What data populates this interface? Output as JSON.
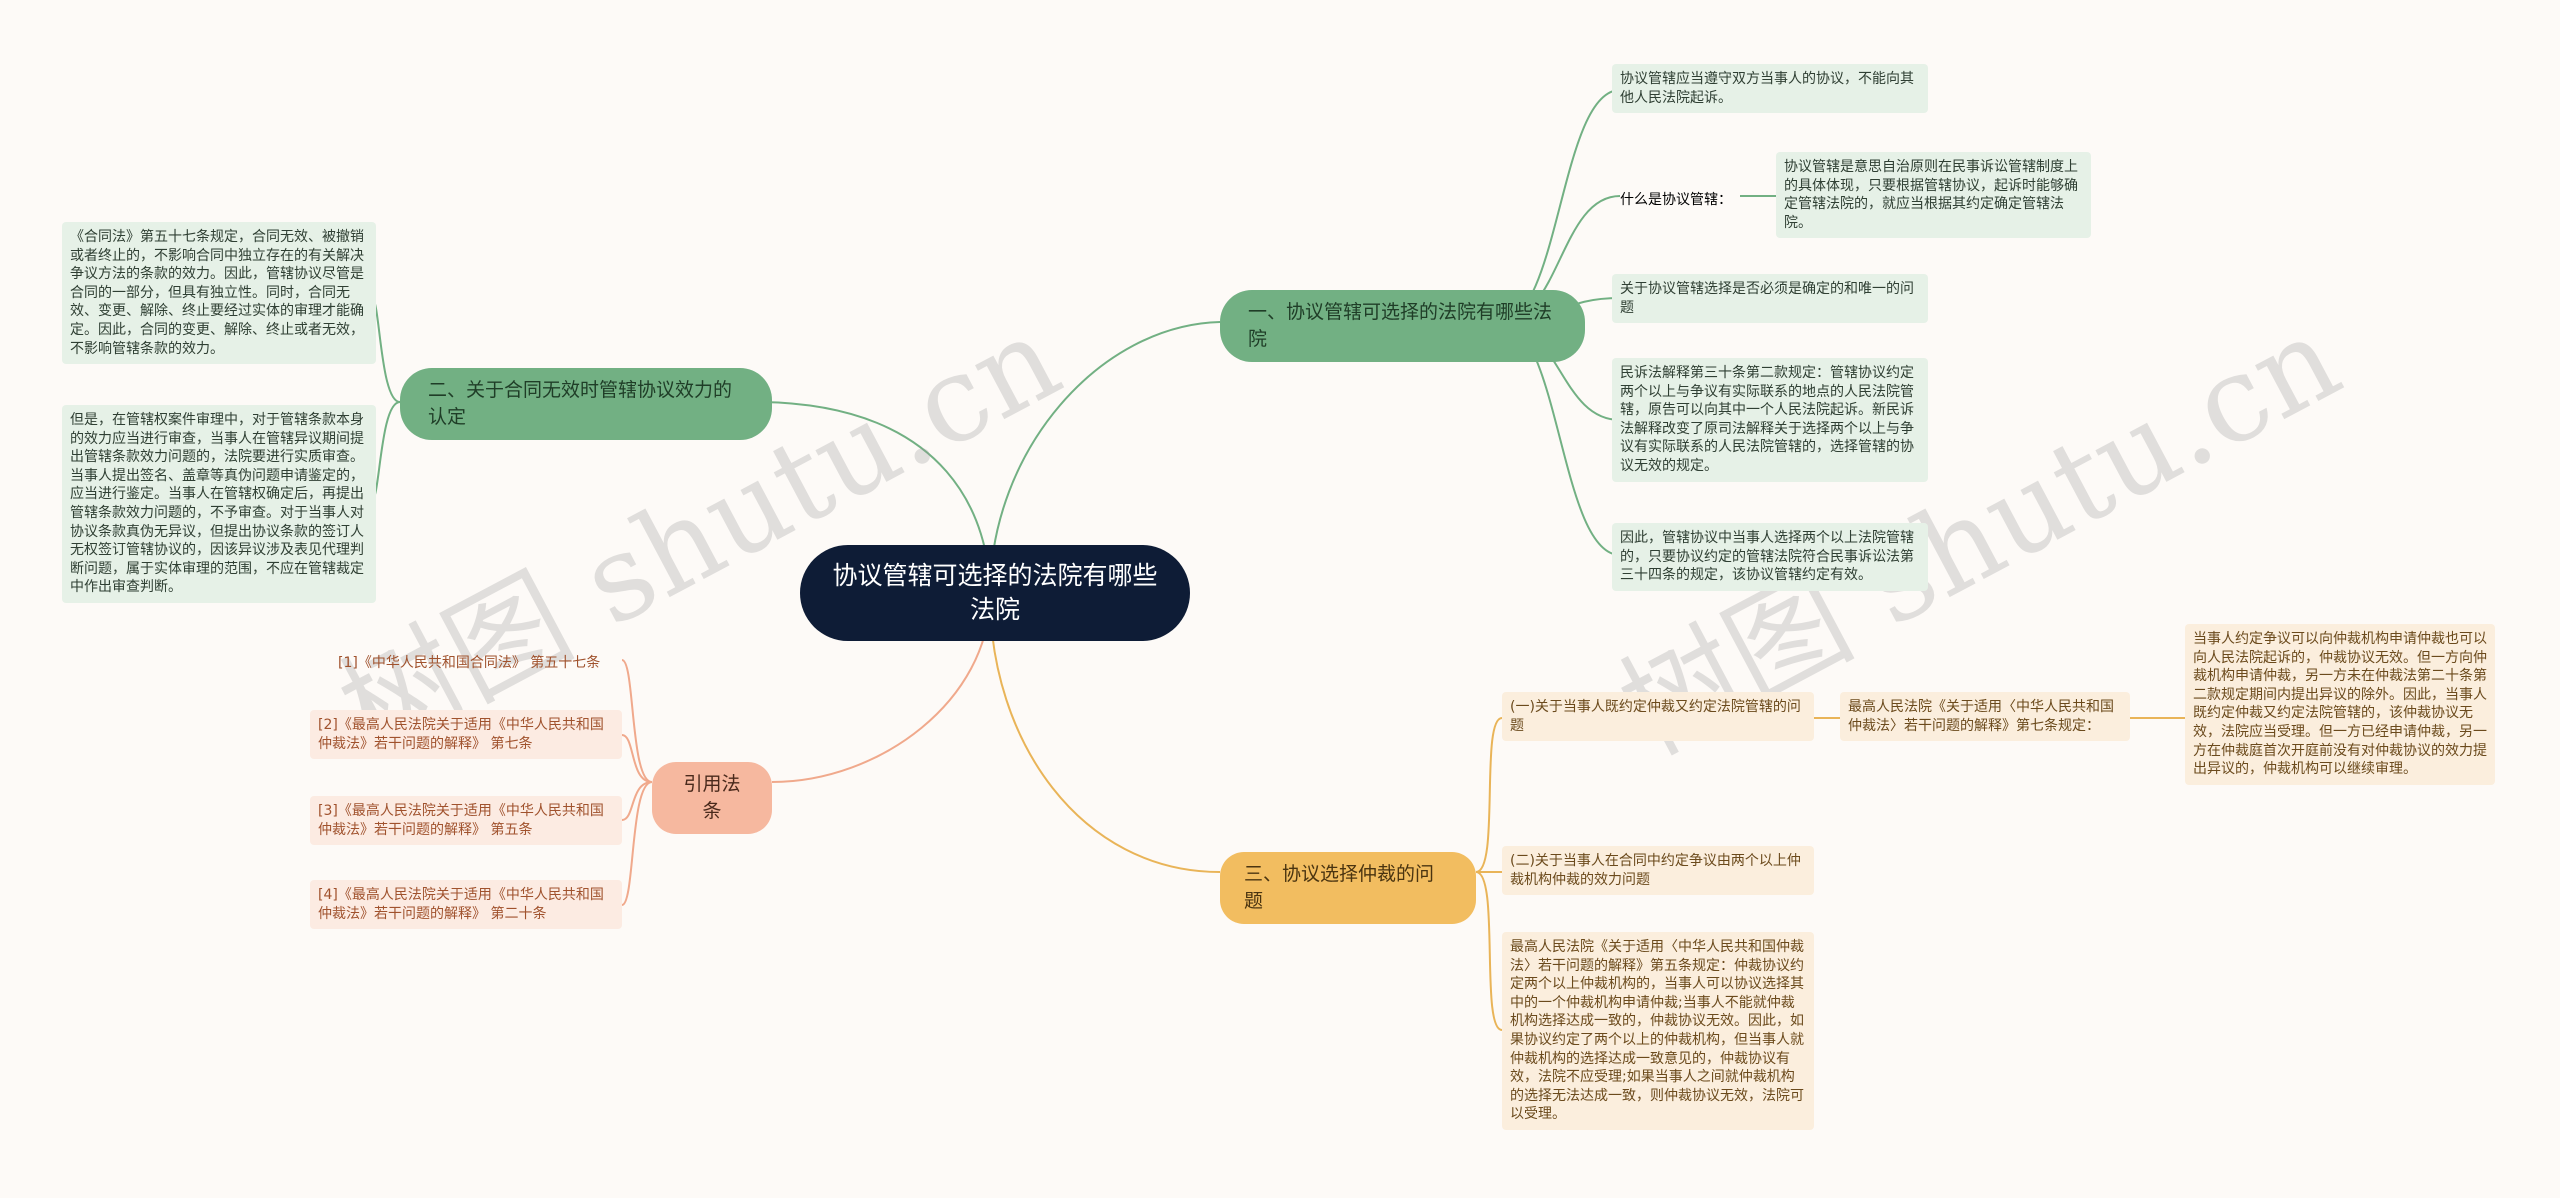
{
  "root": "协议管辖可选择的法院有哪些法院",
  "branches": {
    "b1": {
      "label": "一、协议管辖可选择的法院有哪些法院",
      "leaves": [
        "协议管辖应当遵守双方当事人的协议，不能向其他人民法院起诉。",
        "什么是协议管辖：",
        "关于协议管辖选择是否必须是确定的和唯一的问题",
        "民诉法解释第三十条第二款规定：管辖协议约定两个以上与争议有实际联系的地点的人民法院管辖，原告可以向其中一个人民法院起诉。新民诉法解释改变了原司法解释关于选择两个以上与争议有实际联系的人民法院管辖的，选择管辖的协议无效的规定。",
        "因此，管辖协议中当事人选择两个以上法院管辖的，只要协议约定的管辖法院符合民事诉讼法第三十四条的规定，该协议管辖约定有效。"
      ],
      "sub": "协议管辖是意思自治原则在民事诉讼管辖制度上的具体体现，只要根据管辖协议，起诉时能够确定管辖法院的，就应当根据其约定确定管辖法院。"
    },
    "b2": {
      "label": "二、关于合同无效时管辖协议效力的认定",
      "leaves": [
        "《合同法》第五十七条规定，合同无效、被撤销或者终止的，不影响合同中独立存在的有关解决争议方法的条款的效力。因此，管辖协议尽管是合同的一部分，但具有独立性。同时，合同无效、变更、解除、终止要经过实体的审理才能确定。因此，合同的变更、解除、终止或者无效，不影响管辖条款的效力。",
        "但是，在管辖权案件审理中，对于管辖条款本身的效力应当进行审查，当事人在管辖异议期间提出管辖条款效力问题的，法院要进行实质审查。当事人提出签名、盖章等真伪问题申请鉴定的，应当进行鉴定。当事人在管辖权确定后，再提出管辖条款效力问题的，不予审查。对于当事人对协议条款真伪无异议，但提出协议条款的签订人无权签订管辖协议的，因该异议涉及表见代理判断问题，属于实体审理的范围，不应在管辖裁定中作出审查判断。"
      ]
    },
    "b3": {
      "label": "三、协议选择仲裁的问题",
      "leaves": [
        "(一)关于当事人既约定仲裁又约定法院管辖的问题",
        "(二)关于当事人在合同中约定争议由两个以上仲裁机构仲裁的效力问题",
        "最高人民法院《关于适用〈中华人民共和国仲裁法〉若干问题的解释》第五条规定：仲裁协议约定两个以上仲裁机构的，当事人可以协议选择其中的一个仲裁机构申请仲裁;当事人不能就仲裁机构选择达成一致的，仲裁协议无效。因此，如果协议约定了两个以上的仲裁机构，但当事人就仲裁机构的选择达成一致意见的，仲裁协议有效，法院不应受理;如果当事人之间就仲裁机构的选择无法达成一致，则仲裁协议无效，法院可以受理。"
      ],
      "sub": "最高人民法院《关于适用〈中华人民共和国仲裁法〉若干问题的解释》第七条规定：",
      "sub2": "当事人约定争议可以向仲裁机构申请仲裁也可以向人民法院起诉的，仲裁协议无效。但一方向仲裁机构申请仲裁，另一方未在仲裁法第二十条第二款规定期间内提出异议的除外。因此，当事人既约定仲裁又约定法院管辖的，该仲裁协议无效，法院应当受理。但一方已经申请仲裁，另一方在仲裁庭首次开庭前没有对仲裁协议的效力提出异议的，仲裁机构可以继续审理。"
    },
    "cite": {
      "label": "引用法条",
      "leaves": [
        "[1]《中华人民共和国合同法》 第五十七条",
        "[2]《最高人民法院关于适用《中华人民共和国仲裁法》若干问题的解释》 第七条",
        "[3]《最高人民法院关于适用《中华人民共和国仲裁法》若干问题的解释》 第五条",
        "[4]《最高人民法院关于适用《中华人民共和国仲裁法》若干问题的解释》 第二十条"
      ]
    }
  },
  "watermarks": [
    "树图 shutu.cn",
    "树图 shutu.cn"
  ],
  "colors": {
    "root_bg": "#0e1c36",
    "green_branch": "#72b083",
    "green_leaf": "#e6f1e7",
    "orange_branch": "#f2bd60",
    "orange_leaf": "#fbeedd",
    "cite_branch": "#f6b89f",
    "cite_leaf": "#fcebe2"
  }
}
